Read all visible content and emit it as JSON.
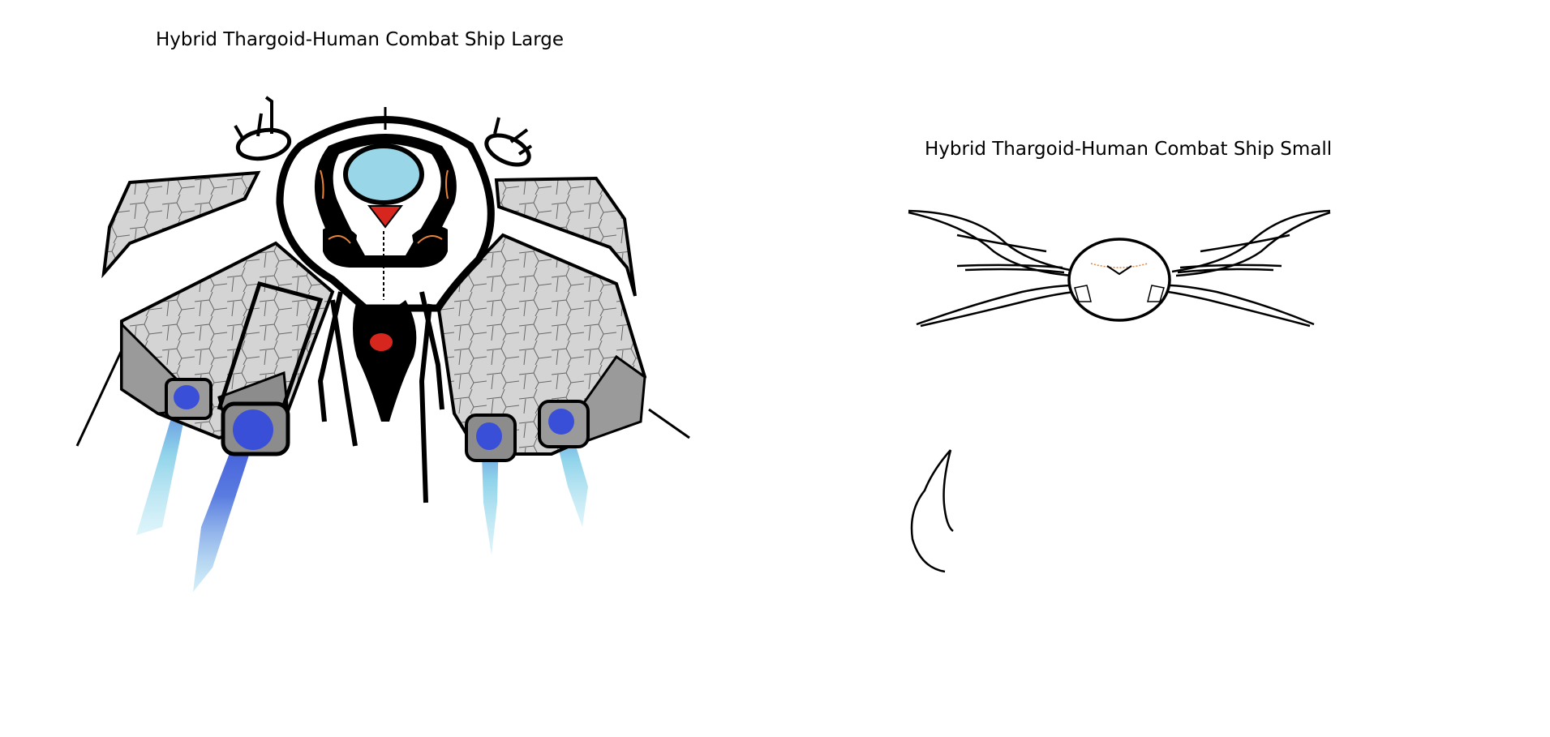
{
  "captions": {
    "large": "Hybrid Thargoid-Human Combat Ship Large",
    "small": "Hybrid Thargoid-Human Combat Ship Small"
  },
  "colors": {
    "background": "#ffffff",
    "ink": "#000000",
    "hull_gray": "#bdbdbd",
    "hull_gray_light": "#d9d9d9",
    "cockpit_blue": "#98d6e8",
    "core_red": "#d7261e",
    "thrust_blue": "#3a4fd8",
    "thrust_light_blue": "#8fd3ea",
    "accent_orange": "#e8843a"
  },
  "icons": {
    "large_ship": "large-combat-ship-drawing",
    "small_ship": "small-combat-ship-drawing",
    "sketch_fragment": "curved-fragment-sketch"
  }
}
